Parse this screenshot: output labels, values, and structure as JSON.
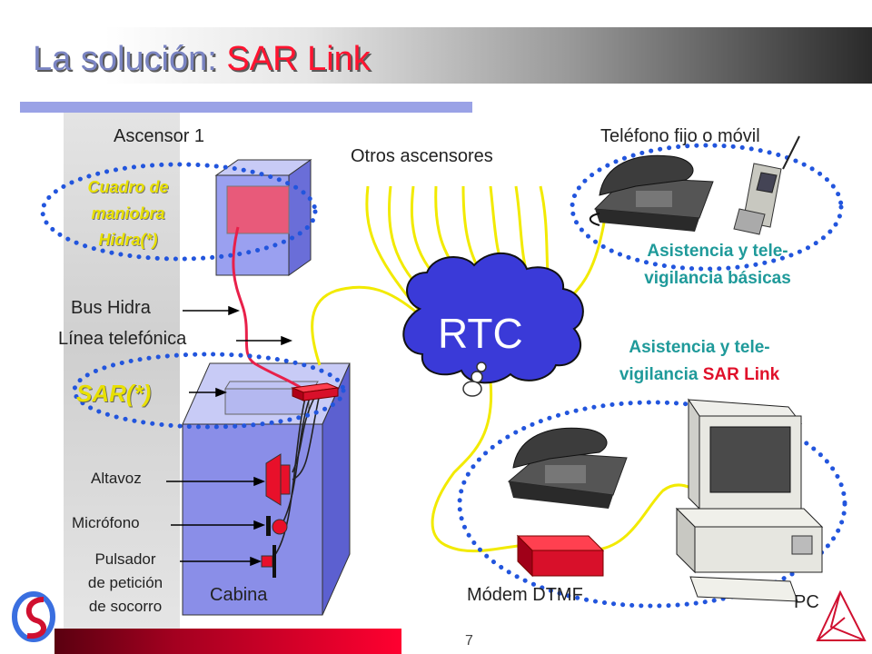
{
  "slide": {
    "title_part1": "La solución:",
    "title_part2": "SAR Link",
    "page_number": "7"
  },
  "labels": {
    "ascensor": "Ascensor 1",
    "otros": "Otros ascensores",
    "telefono": "Teléfono fijo o móvil",
    "cuadro_l1": "Cuadro de",
    "cuadro_l2": "maniobra",
    "cuadro_l3": "Hidra(*)",
    "bus": "Bus Hidra",
    "linea": "Línea telefónica",
    "sar": "SAR(*)",
    "altavoz": "Altavoz",
    "microfono": "Micrófono",
    "pulsador_l1": "Pulsador",
    "pulsador_l2": "de petición",
    "pulsador_l3": "de socorro",
    "cabina": "Cabina",
    "rtc": "RTC",
    "basic_l1": "Asistencia y tele-",
    "basic_l2": "vigilancia básicas",
    "sarlink_l1": "Asistencia y tele-",
    "sarlink_l2a": "vigilancia ",
    "sarlink_l2b": "SAR Link",
    "modem": "Módem DTMF",
    "pc": "PC"
  },
  "colors": {
    "title_blue": "#7a84c2",
    "title_red": "#ff1430",
    "teal": "#1f9a9a",
    "yellow": "#e8e000",
    "cable": "#f2ea00",
    "cloud": "#3a3ad8",
    "cabin": "#8a8ee8",
    "dots": "#2255dd"
  },
  "icons": [
    "desk-phone-icon",
    "mobile-phone-icon",
    "cloud-icon",
    "speaker-icon",
    "microphone-icon",
    "push-button-icon",
    "modem-icon",
    "pc-icon",
    "company-logo-icon",
    "triangle-logo-icon"
  ]
}
